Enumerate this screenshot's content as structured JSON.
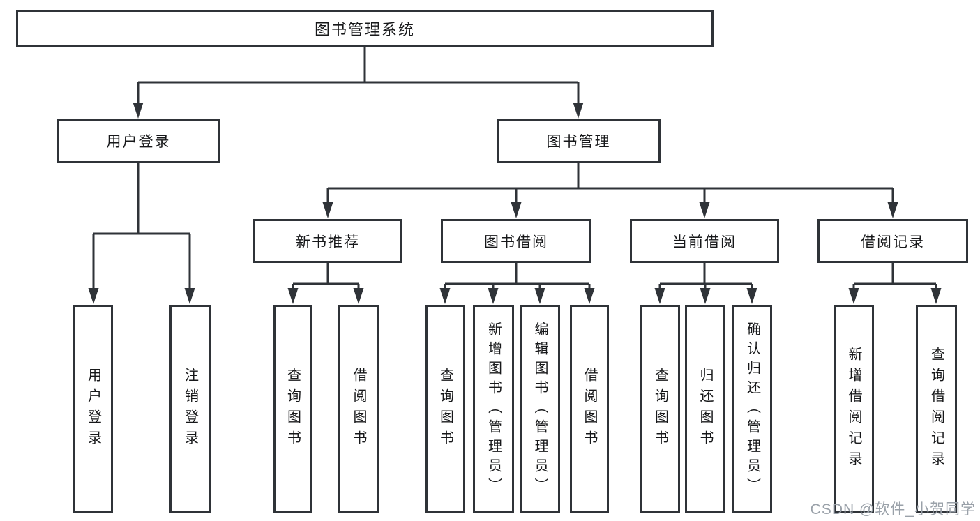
{
  "diagram": {
    "type": "functional-structure-tree",
    "colors": {
      "line": "#2f3338",
      "box_fill": "#ffffff",
      "text": "#17181a",
      "watermark": "#9aa1a9"
    },
    "tree": {
      "label": "图书管理系统",
      "children": [
        {
          "label": "用户登录",
          "children": [
            {
              "label": "用户登录"
            },
            {
              "label": "注销登录"
            }
          ]
        },
        {
          "label": "图书管理",
          "children": [
            {
              "label": "新书推荐",
              "children": [
                {
                  "label": "查询图书"
                },
                {
                  "label": "借阅图书"
                }
              ]
            },
            {
              "label": "图书借阅",
              "children": [
                {
                  "label": "查询图书"
                },
                {
                  "label": "新增图书（管理员）"
                },
                {
                  "label": "编辑图书（管理员）"
                },
                {
                  "label": "借阅图书"
                }
              ]
            },
            {
              "label": "当前借阅",
              "children": [
                {
                  "label": "查询图书"
                },
                {
                  "label": "归还图书"
                },
                {
                  "label": "确认归还（管理员）"
                }
              ]
            },
            {
              "label": "借阅记录",
              "children": [
                {
                  "label": "新增借阅记录"
                },
                {
                  "label": "查询借阅记录"
                }
              ]
            }
          ]
        }
      ]
    }
  },
  "watermark": "CSDN @软件_小贺同学"
}
